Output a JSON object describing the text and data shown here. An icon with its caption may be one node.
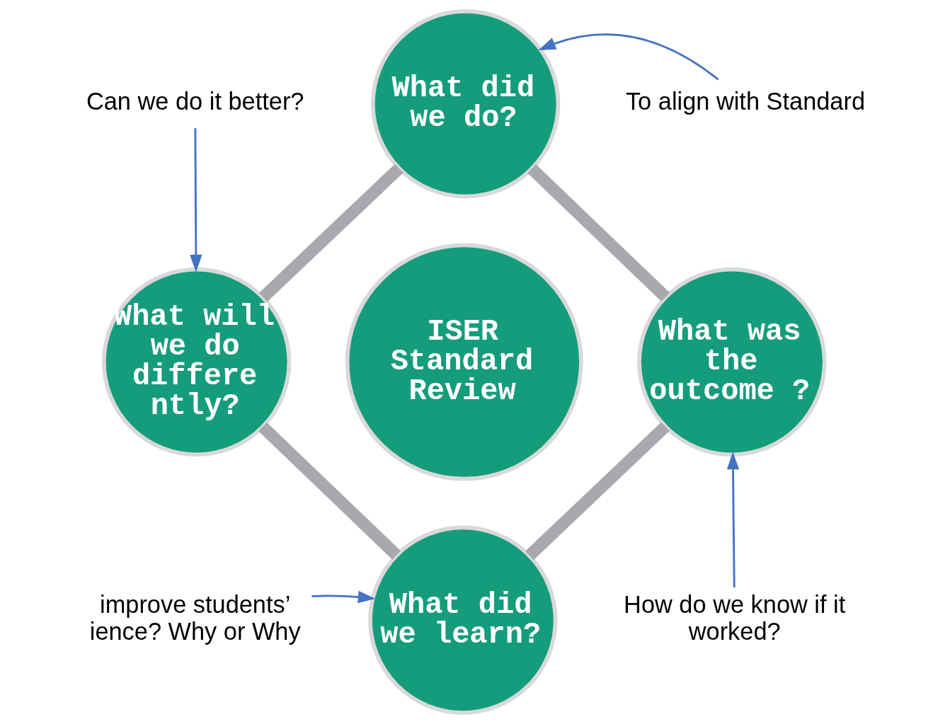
{
  "diagram": {
    "nodes": [
      {
        "text": [
          "What did we do?"
        ]
      },
      {
        "text": [
          "What was the outcome ?"
        ]
      },
      {
        "text": [
          "What did we learn?"
        ]
      },
      {
        "text": [
          "What will we do differe ntly?"
        ]
      },
      {
        "text": [
          "ISER Standard Review"
        ]
      },
      {
        "text": [
          "To align with Standard"
        ]
      },
      {
        "text": [
          "Can we do it better?"
        ]
      },
      {
        "text": [
          "How do we know if it worked?"
        ]
      },
      {
        "text": [
          "improve students’ ience? Why or Why"
        ]
      }
    ],
    "edges": [
      {
        "from": 0,
        "to": 1,
        "arrow": "none",
        "style": "thick",
        "color": "#a7a9ac"
      },
      {
        "from": 1,
        "to": 2,
        "arrow": "none",
        "style": "thick",
        "color": "#a7a9ac"
      },
      {
        "from": 2,
        "to": 3,
        "arrow": "none",
        "style": "thick",
        "color": "#a7a9ac"
      },
      {
        "from": 3,
        "to": 0,
        "arrow": "none",
        "style": "thick",
        "color": "#a7a9ac"
      },
      {
        "from": 5,
        "to": 0,
        "arrow": "to",
        "color": "#4472c4"
      },
      {
        "from": 6,
        "to": 3,
        "arrow": "to",
        "color": "#4472c4"
      },
      {
        "from": 7,
        "to": 1,
        "arrow": "to",
        "color": "#4472c4"
      },
      {
        "from": 8,
        "to": 2,
        "arrow": "to",
        "color": "#4472c4"
      }
    ]
  }
}
